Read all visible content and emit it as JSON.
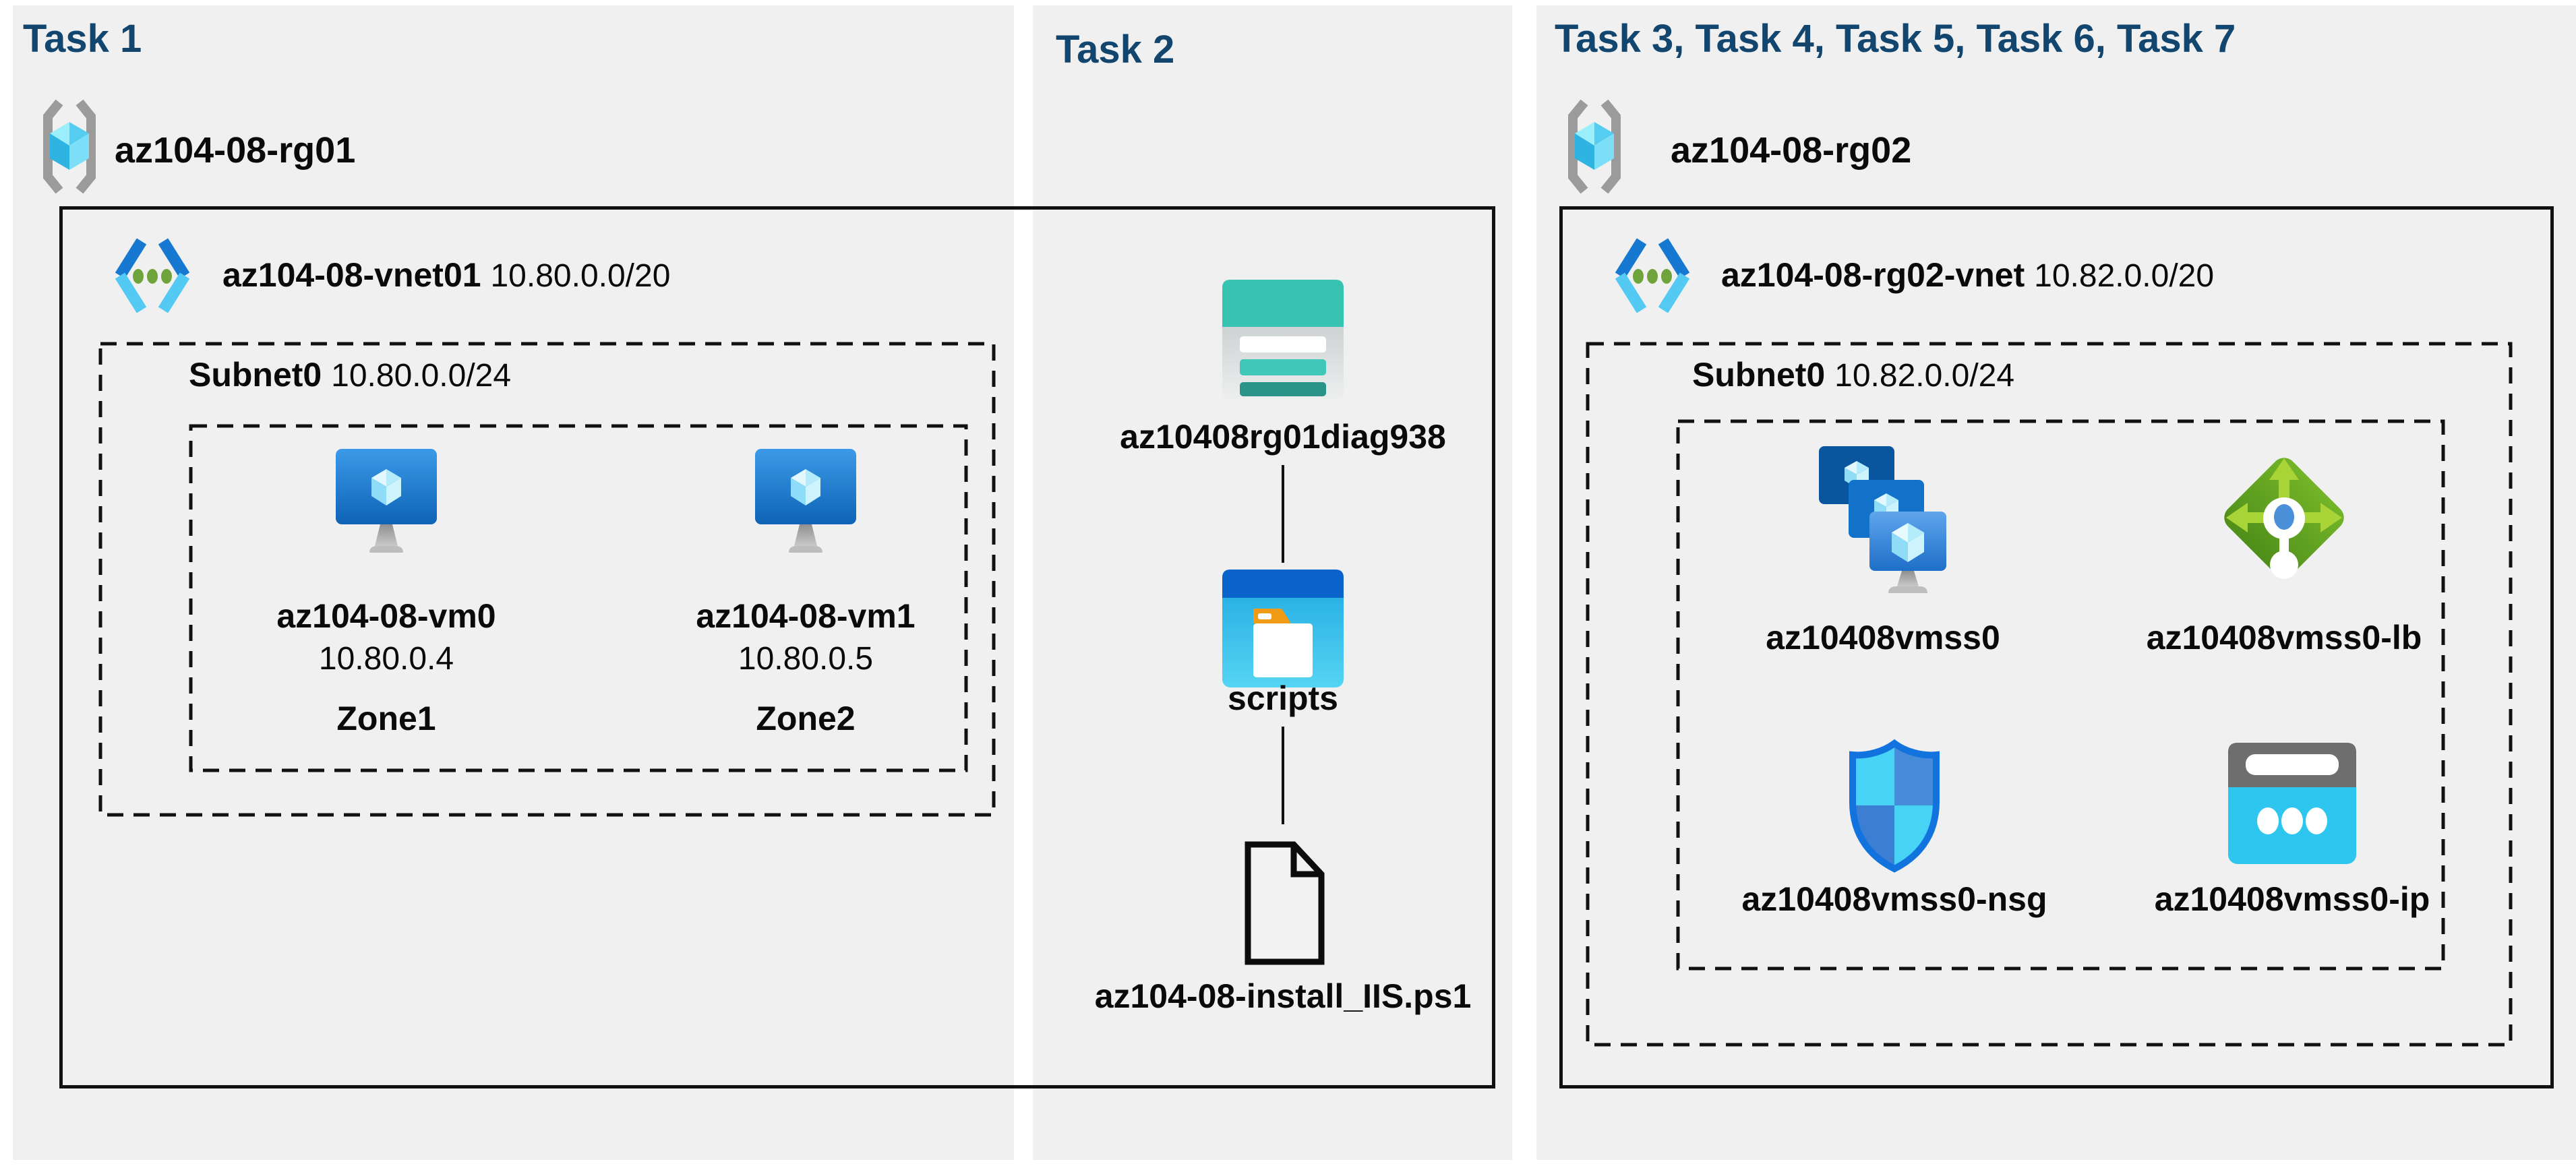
{
  "colors": {
    "page_bg": "#ffffff",
    "column_bg": "#f0f0f0",
    "task_header_text": "#12466e",
    "label_text": "#0a0a0a",
    "boundary_line": "#111111",
    "vnet_chevron_blue": "#1778d2",
    "vnet_chevron_cyan": "#54c9f4",
    "vnet_dot_green": "#6fa33c",
    "storage_teal": "#37c3b1",
    "folder_header_blue": "#0a63cb",
    "folder_body_cyan": "#2bb3e8",
    "folder_tab_orange": "#f09b13",
    "lb_green": "#5fa81e",
    "nsg_border_blue": "#1373de",
    "ip_cyan": "#2ec6ee",
    "vm_screen_blue": "#1b7fd4"
  },
  "icons": {
    "task1_resource_group": "resource-group-icon",
    "task1_vnet": "virtual-network-icon",
    "task1_vm0": "virtual-machine-icon",
    "task1_vm1": "virtual-machine-icon",
    "task2_storage": "storage-account-icon",
    "task2_container": "blob-container-icon",
    "task2_file": "script-file-icon",
    "task3_resource_group": "resource-group-icon",
    "task3_vnet": "virtual-network-icon",
    "task3_vmss": "vm-scale-set-icon",
    "task3_lb": "load-balancer-icon",
    "task3_nsg": "network-security-group-icon",
    "task3_ip": "public-ip-icon"
  },
  "task1": {
    "header": "Task 1",
    "resource_group": "az104-08-rg01",
    "vnet_name": "az104-08-vnet01",
    "vnet_cidr": "10.80.0.0/20",
    "subnet_name": "Subnet0",
    "subnet_cidr": "10.80.0.0/24",
    "vm0": {
      "name": "az104-08-vm0",
      "ip": "10.80.0.4",
      "zone": "Zone1"
    },
    "vm1": {
      "name": "az104-08-vm1",
      "ip": "10.80.0.5",
      "zone": "Zone2"
    }
  },
  "task2": {
    "header": "Task 2",
    "storage_account": "az10408rg01diag938",
    "container": "scripts",
    "script_file": "az104-08-install_IIS.ps1"
  },
  "task3": {
    "header": "Task 3, Task 4, Task 5, Task 6, Task 7",
    "resource_group": "az104-08-rg02",
    "vnet_name": "az104-08-rg02-vnet",
    "vnet_cidr": "10.82.0.0/20",
    "subnet_name": "Subnet0",
    "subnet_cidr": "10.82.0.0/24",
    "vmss": "az10408vmss0",
    "load_balancer": "az10408vmss0-lb",
    "nsg": "az10408vmss0-nsg",
    "public_ip": "az10408vmss0-ip"
  }
}
